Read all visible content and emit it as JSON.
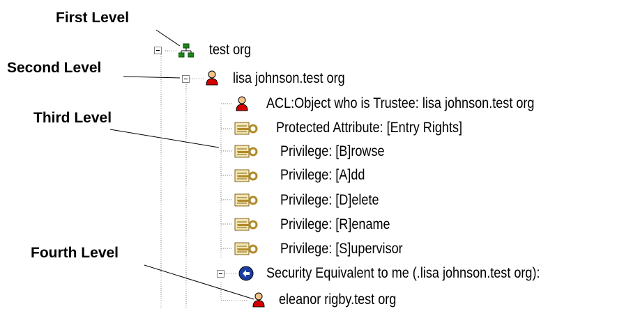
{
  "callouts": {
    "first": "First Level",
    "second": "Second Level",
    "third": "Third Level",
    "fourth": "Fourth Level"
  },
  "tree": {
    "root": {
      "label": "test org",
      "icon": "organization-icon"
    },
    "user": {
      "label": "lisa johnson.test org",
      "icon": "user-icon"
    },
    "acl": {
      "label": "ACL:Object who is Trustee: lisa johnson.test org",
      "icon": "user-icon"
    },
    "protected": {
      "label": "Protected Attribute: [Entry Rights]",
      "icon": "key-certificate-icon"
    },
    "privileges": [
      {
        "label": "Privilege: [B]rowse",
        "icon": "key-certificate-icon"
      },
      {
        "label": "Privilege: [A]dd",
        "icon": "key-certificate-icon"
      },
      {
        "label": "Privilege: [D]elete",
        "icon": "key-certificate-icon"
      },
      {
        "label": "Privilege: [R]ename",
        "icon": "key-certificate-icon"
      },
      {
        "label": "Privilege: [S]upervisor",
        "icon": "key-certificate-icon"
      }
    ],
    "security": {
      "label": "Security Equivalent to me (.lisa johnson.test org):",
      "icon": "security-equivalent-icon"
    },
    "eleanor": {
      "label": "eleanor rigby.test org",
      "icon": "user-icon"
    }
  },
  "colors": {
    "user_red": "#d40000",
    "key_gold": "#b08a2a",
    "org_green": "#1a8a1a",
    "security_blue": "#1a3fa0"
  }
}
